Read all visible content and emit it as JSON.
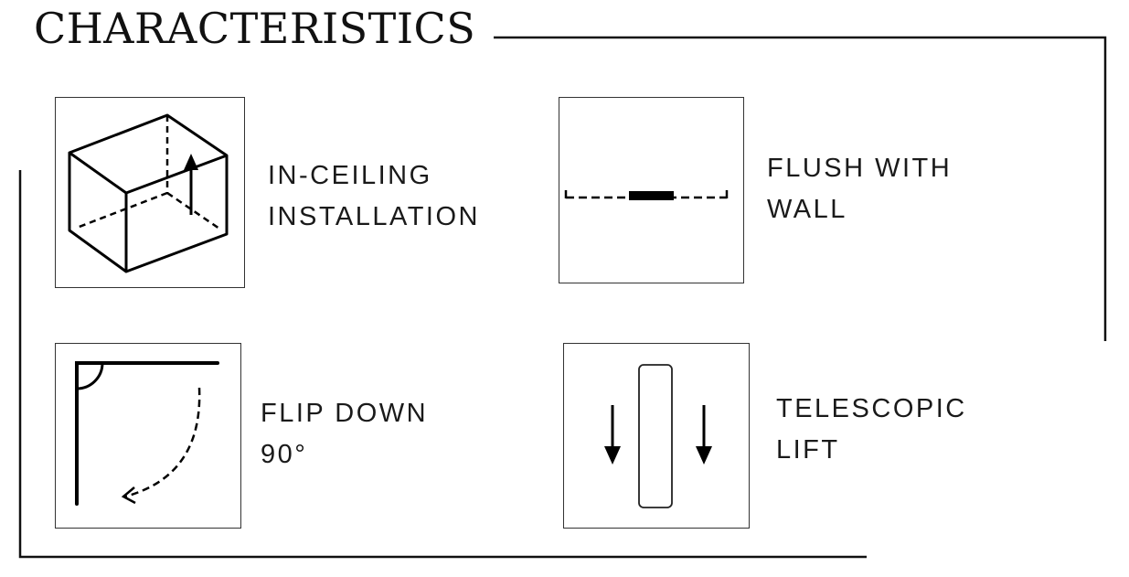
{
  "title": "CHARACTERISTICS",
  "features": [
    {
      "icon": "in-ceiling-box-icon",
      "line1": "IN-CEILING",
      "line2": "INSTALLATION"
    },
    {
      "icon": "flush-wall-icon",
      "line1": "FLUSH WITH",
      "line2": "WALL"
    },
    {
      "icon": "flip-down-icon",
      "line1": "FLIP DOWN",
      "line2": "90°"
    },
    {
      "icon": "telescopic-lift-icon",
      "line1": "TELESCOPIC",
      "line2": "LIFT"
    }
  ]
}
